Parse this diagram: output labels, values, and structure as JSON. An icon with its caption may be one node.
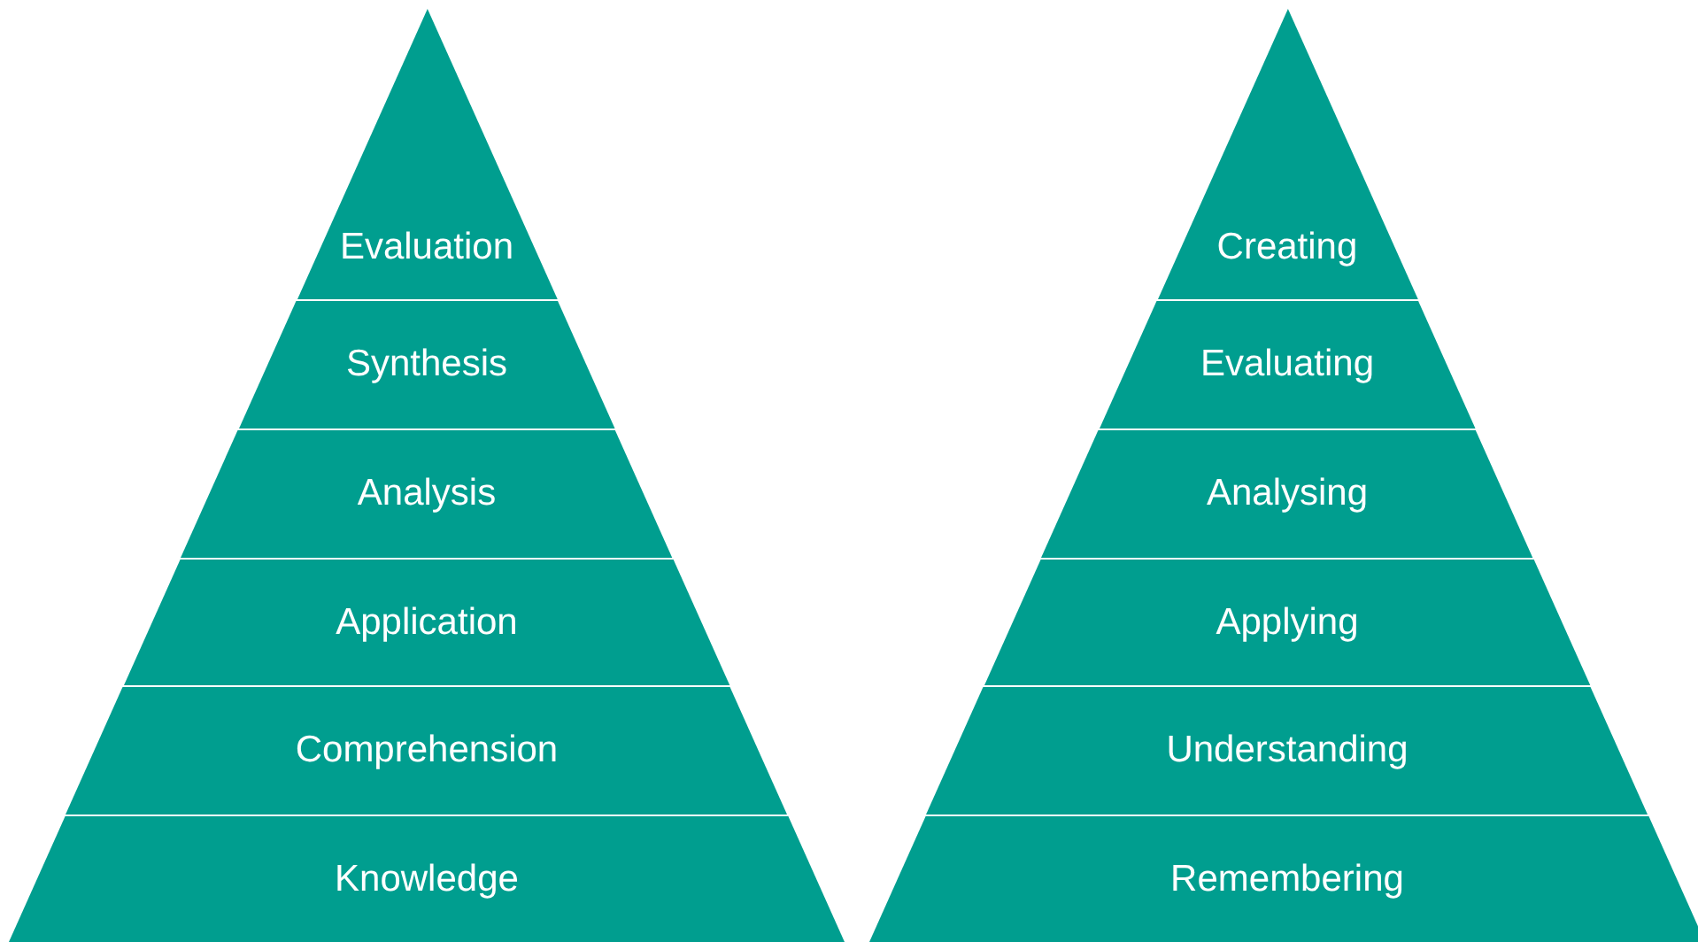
{
  "diagram": {
    "nodes": [
      {
        "text": [
          "Evaluation"
        ]
      },
      {
        "text": [
          "Synthesis"
        ]
      },
      {
        "text": [
          "Analysis"
        ]
      },
      {
        "text": [
          "Application"
        ]
      },
      {
        "text": [
          "Comprehension"
        ]
      },
      {
        "text": [
          "Knowledge"
        ]
      },
      {
        "text": [
          "Creating"
        ]
      },
      {
        "text": [
          "Evaluating"
        ]
      },
      {
        "text": [
          "Analysing"
        ]
      },
      {
        "text": [
          "Applying"
        ]
      },
      {
        "text": [
          "Understanding"
        ]
      },
      {
        "text": [
          "Remembering"
        ]
      }
    ]
  }
}
